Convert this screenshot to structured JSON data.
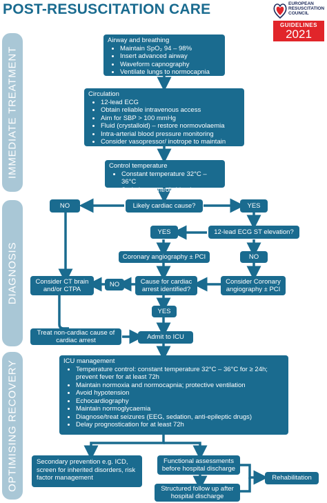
{
  "title": "POST-RESUSCITATION CARE",
  "logo": {
    "org_line1": "EUROPEAN",
    "org_line2": "RESUSCITATION",
    "org_line3": "COUNCIL",
    "guidelines_label": "GUIDELINES",
    "year": "2021"
  },
  "sections": {
    "immediate": "IMMEDIATE TREATMENT",
    "diagnosis": "DIAGNOSIS",
    "recovery": "OPTIMISING RECOVERY"
  },
  "airway": {
    "heading": "Airway and breathing",
    "items": [
      "Maintain SpO₂ 94 – 98%",
      "Insert advanced airway",
      "Waveform capnography",
      "Ventilate lungs to normocapnia"
    ]
  },
  "circulation": {
    "heading": "Circulation",
    "items": [
      "12-lead ECG",
      "Obtain reliable intravenous access",
      "Aim for SBP > 100 mmHg",
      "Fluid (crystalloid) – restore normovolaemia",
      "Intra-arterial blood pressure monitoring",
      "Consider vasopressor/ inotrope to maintain SBP"
    ]
  },
  "temperature": {
    "heading": "Control temperature",
    "items": [
      "Constant temperature 32°C – 36°C",
      "Sedation; control shivering"
    ]
  },
  "diagnosis": {
    "no_left": "NO",
    "likely_cardiac": "Likely cardiac cause?",
    "yes_right": "YES",
    "yes_ecg": "YES",
    "ecg_st": "12-lead ECG ST elevation?",
    "coronary_pci": "Coronary angiography ± PCI",
    "no_ecg": "NO",
    "ct_brain": "Consider CT brain and/or CTPA",
    "no_cause": "NO",
    "cause_identified": "Cause for cardiac arrest identified?",
    "consider_coronary": "Consider Coronary angiography ± PCI",
    "yes_cause": "YES",
    "treat_noncardiac": "Treat non-cardiac cause of cardiac arrest",
    "admit_icu": "Admit to ICU"
  },
  "icu": {
    "heading": "ICU management",
    "items": [
      "Temperature control: constant temperature 32°C – 36°C for ≥ 24h; prevent fever for at least 72h",
      "Maintain normoxia and normocapnia; protective ventilation",
      "Avoid hypotension",
      "Echocardiography",
      "Maintain normoglycaemia",
      "Diagnose/treat seizures (EEG, sedation, anti-epileptic drugs)",
      "Delay prognostication for at least 72h"
    ]
  },
  "recovery": {
    "secondary": "Secondary prevention e.g. ICD, screen for inherited disorders, risk factor management",
    "functional": "Functional assessments before hospital discharge",
    "followup": "Structured follow up after hospital discharge",
    "rehab": "Rehabilitation"
  },
  "colors": {
    "box": "#1a6b8f",
    "side": "#a9c7d6",
    "title": "#1a6b8f",
    "logo_red": "#e1252a"
  }
}
